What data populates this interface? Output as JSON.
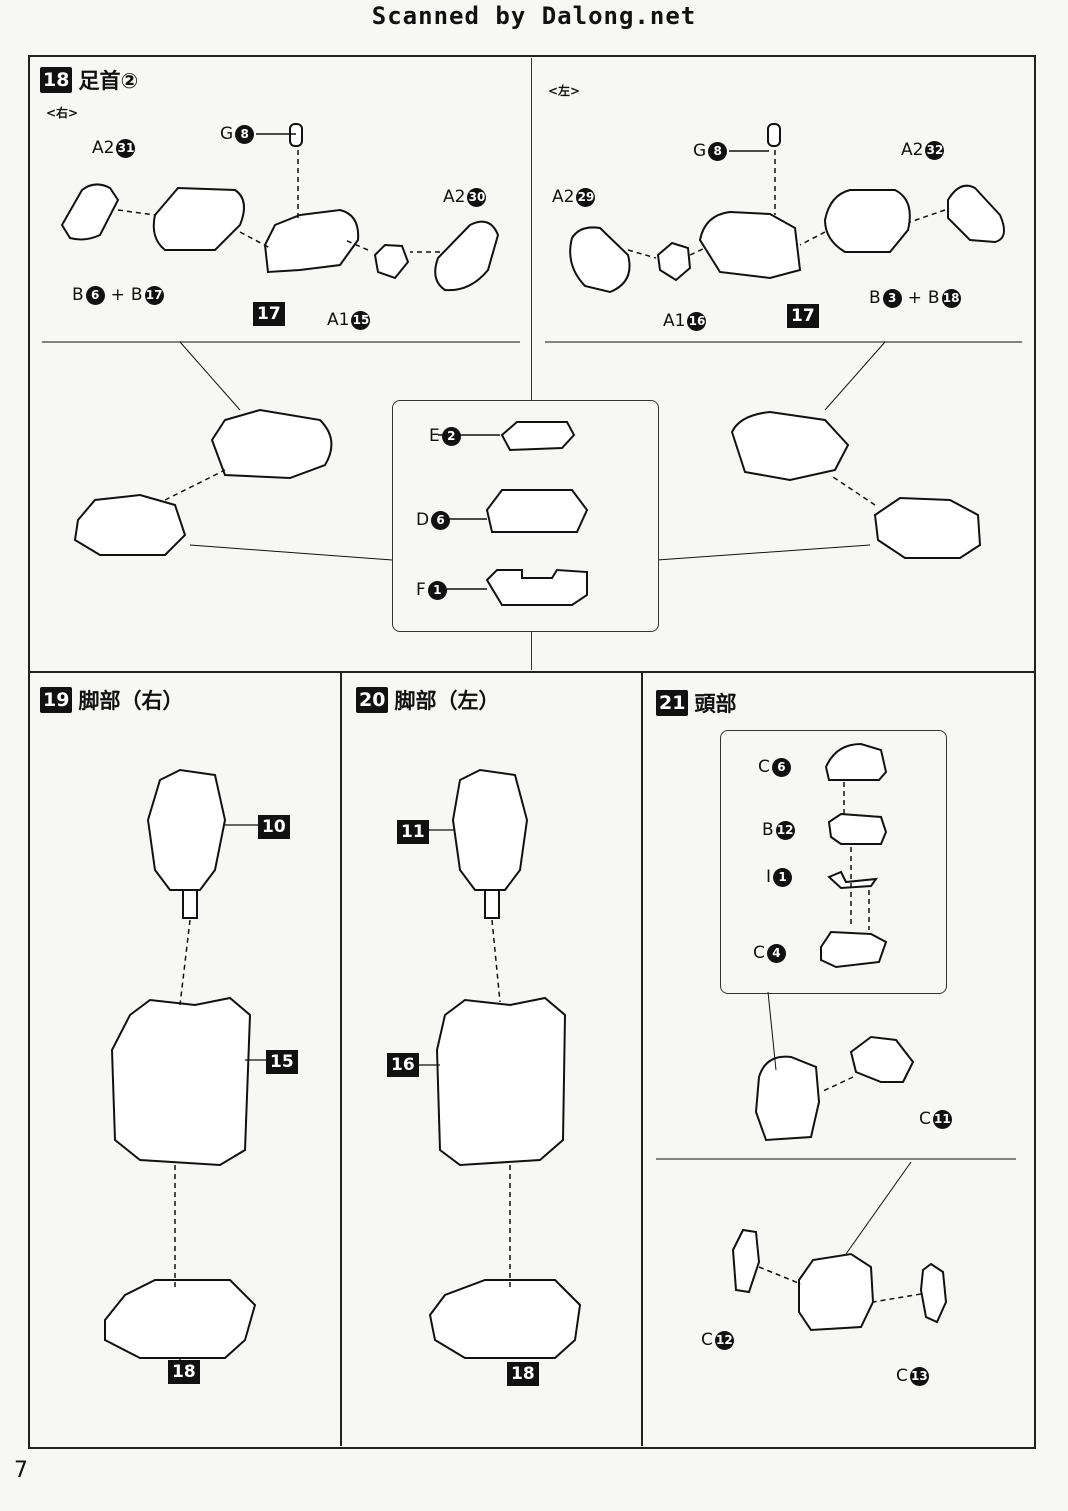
{
  "header": {
    "scan_credit": "Scanned by Dalong.net"
  },
  "page_number": "7",
  "steps": {
    "s18": {
      "number": "18",
      "title": "足首②",
      "right_label": "<右>",
      "left_label": "<左>"
    },
    "s19": {
      "number": "19",
      "title": "脚部（右）"
    },
    "s20": {
      "number": "20",
      "title": "脚部（左）"
    },
    "s21": {
      "number": "21",
      "title": "頭部"
    }
  },
  "labels": {
    "r_g": {
      "letter": "G",
      "num": "8"
    },
    "r_a2a": {
      "letter": "A2",
      "num": "31"
    },
    "r_a2b": {
      "letter": "A2",
      "num": "30"
    },
    "r_b1": {
      "letter": "B",
      "num": "6"
    },
    "r_plus": "+",
    "r_b2": {
      "letter": "B",
      "num": "17"
    },
    "r_a1": {
      "letter": "A1",
      "num": "15"
    },
    "r_box": "17",
    "l_g": {
      "letter": "G",
      "num": "8"
    },
    "l_a2a": {
      "letter": "A2",
      "num": "32"
    },
    "l_a2b": {
      "letter": "A2",
      "num": "29"
    },
    "l_b1": {
      "letter": "B",
      "num": "3"
    },
    "l_plus": "+",
    "l_b2": {
      "letter": "B",
      "num": "18"
    },
    "l_a1": {
      "letter": "A1",
      "num": "16"
    },
    "l_box": "17",
    "i_e": {
      "letter": "E",
      "num": "2"
    },
    "i_d": {
      "letter": "D",
      "num": "6"
    },
    "i_f": {
      "letter": "F",
      "num": "1"
    },
    "s19_top": "10",
    "s19_mid": "15",
    "s19_bot": "18",
    "s20_top": "11",
    "s20_mid": "16",
    "s20_bot": "18",
    "h_c6": {
      "letter": "C",
      "num": "6"
    },
    "h_b12": {
      "letter": "B",
      "num": "12"
    },
    "h_i1": {
      "letter": "I",
      "num": "1"
    },
    "h_c4": {
      "letter": "C",
      "num": "4"
    },
    "h_c11": {
      "letter": "C",
      "num": "11"
    },
    "h_c12": {
      "letter": "C",
      "num": "12"
    },
    "h_c13": {
      "letter": "C",
      "num": "13"
    }
  }
}
